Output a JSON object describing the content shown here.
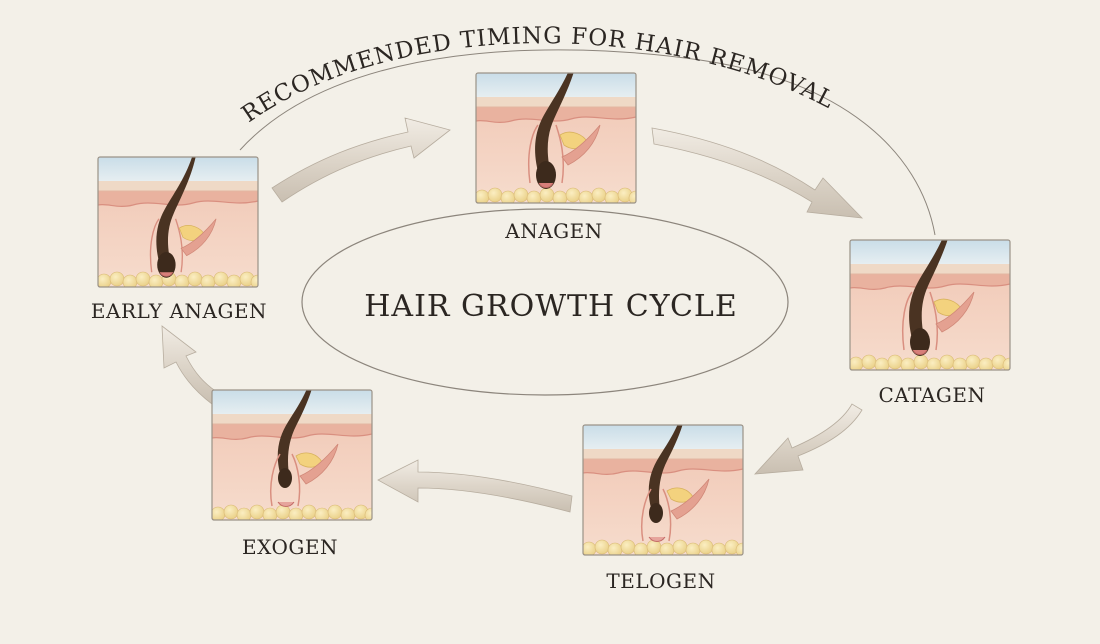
{
  "diagram": {
    "center_title": "HAIR GROWTH CYCLE",
    "arc_title": "RECOMMENDED TIMING FOR HAIR REMOVAL",
    "stages": {
      "anagen": "ANAGEN",
      "catagen": "CATAGEN",
      "telogen": "TELOGEN",
      "exogen": "EXOGEN",
      "early_anagen": "EARLY ANAGEN"
    }
  },
  "colors": {
    "background": "#f3f0e8",
    "sky": "#d4e4ec",
    "epidermis": "#efc7b3",
    "dermis": "#f1cfc0",
    "fat": "#f4dfa4",
    "hair": "#4a3322",
    "arrow": "#e2dcd2"
  }
}
